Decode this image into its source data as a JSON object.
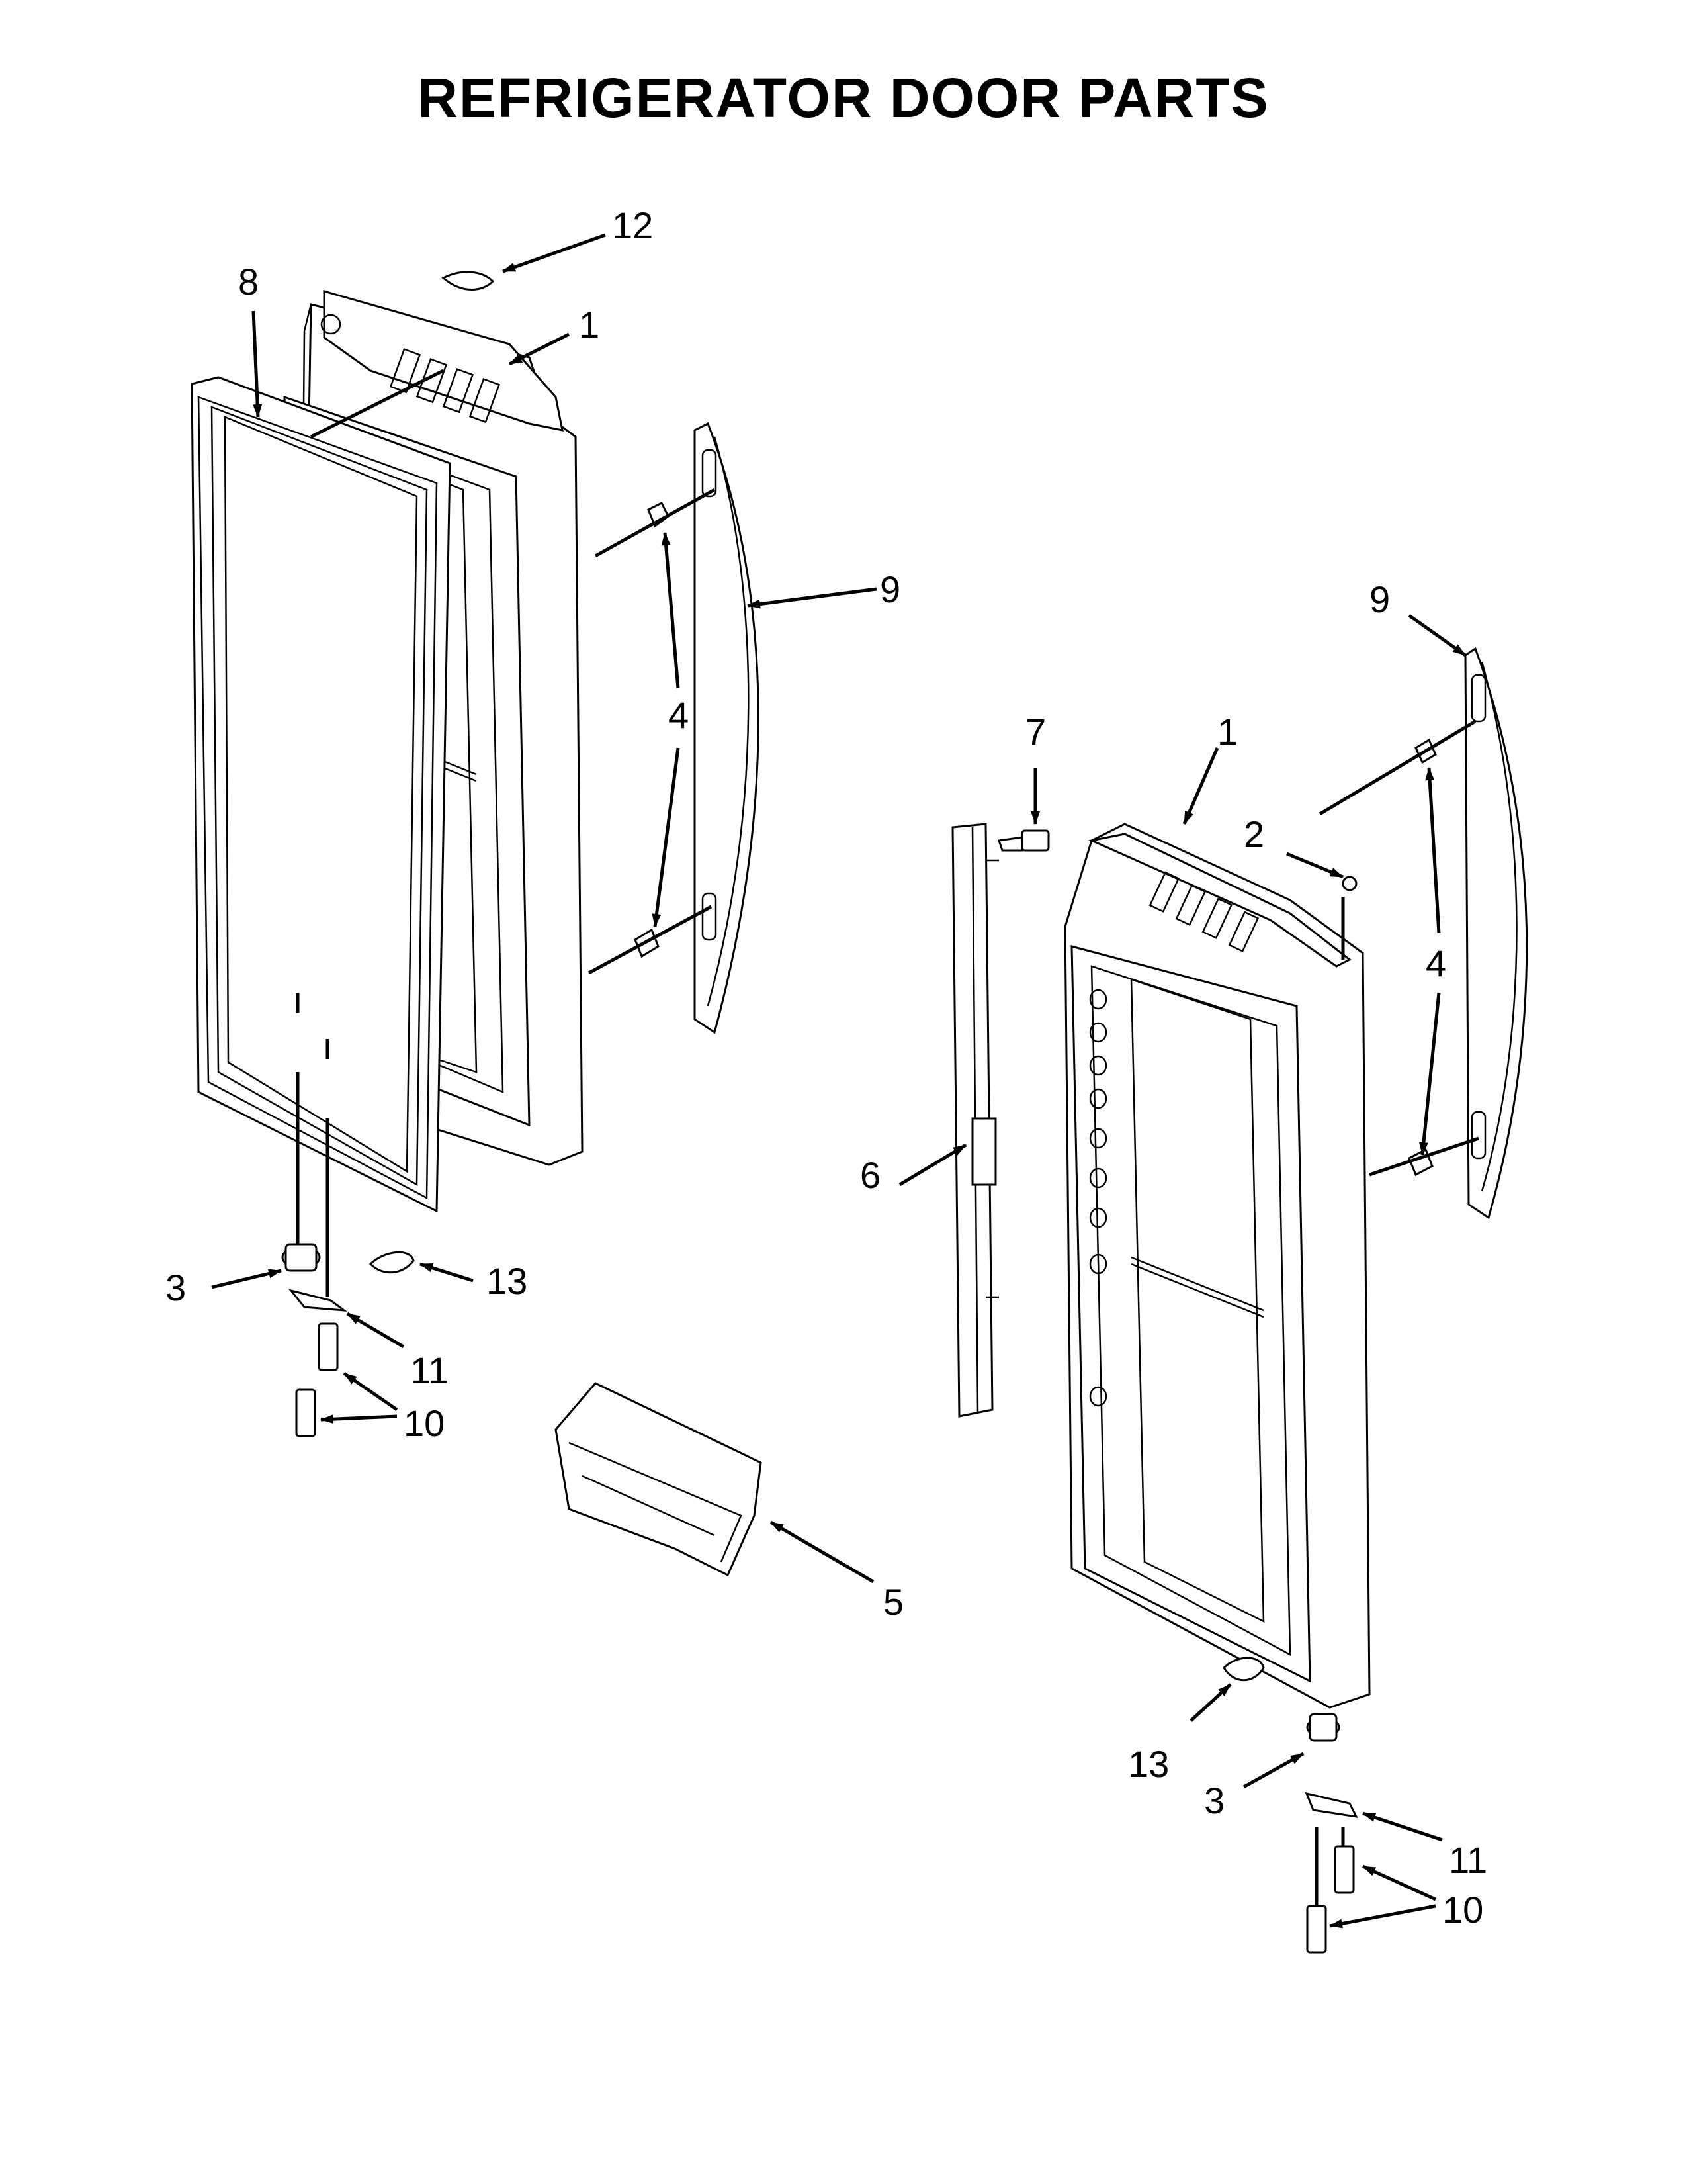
{
  "title": "REFRIGERATOR DOOR PARTS",
  "callouts": {
    "left_door_12": "12",
    "left_gasket_8": "8",
    "left_door_1": "1",
    "left_handle_9": "9",
    "left_handle_screw_4": "4",
    "left_hinge_3": "3",
    "left_hinge_clip_13": "13",
    "left_washer_11": "11",
    "left_screw_10": "10",
    "bin_5": "5",
    "mullion_6": "6",
    "mullion_screw_7": "7",
    "right_door_1": "1",
    "right_pin_2": "2",
    "right_handle_9": "9",
    "right_handle_screw_4": "4",
    "right_hinge_clip_13": "13",
    "right_hinge_3": "3",
    "right_washer_11": "11",
    "right_screw_10": "10"
  }
}
